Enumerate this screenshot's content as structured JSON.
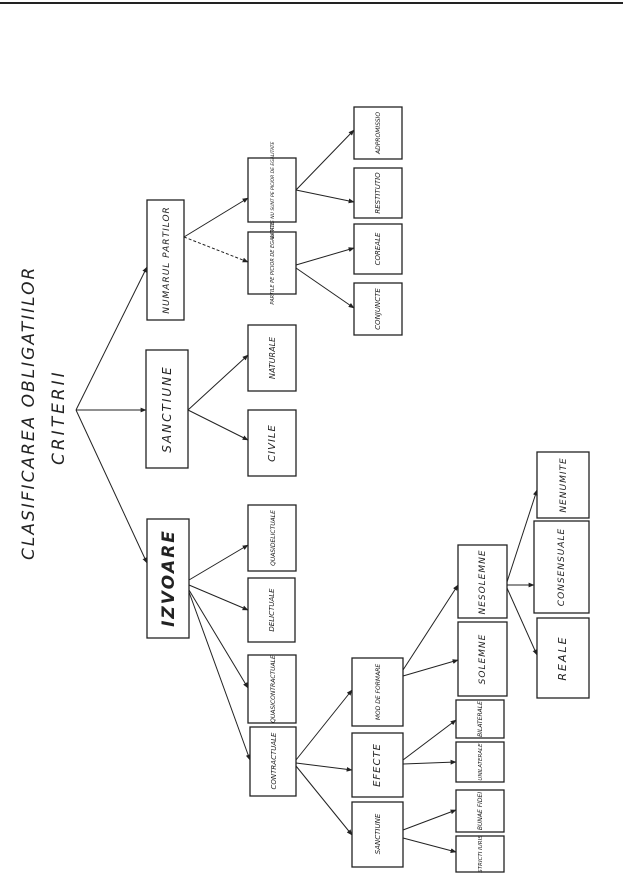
{
  "title": {
    "line1": "CLASIFICAREA OBLIGATIILOR",
    "line2": "CRITERII"
  },
  "nodes": {
    "izvoare": "IZVOARE",
    "sanctiune": "SANCTIUNE",
    "numarul_partilor": "NUMARUL PARTILOR",
    "contractuale": "CONTRACTUALE",
    "quasicontractuale": "QUASICONTRACTUALE",
    "delictuale": "DELICTUALE",
    "quasidelictuale": "QUASIDELICTUALE",
    "civile": "CIVILE",
    "naturale": "NATURALE",
    "parti_egalitate": "PARTILE PE PICIOR DE EGALITATE",
    "parti_neegalitate": "PARTILE NU SUNT PE PICIOR DE EGALITATE",
    "conjuncte": "CONJUNCTE",
    "coreale": "COREALE",
    "restitutio": "RESTITUTIO",
    "adpromissio": "ADPROMISSIO",
    "sanctiune_c": "SANCTIUNE",
    "efecte": "EFECTE",
    "mod_formare": "MOD DE FORMARE",
    "solemne": "SOLEMNE",
    "nesolemne": "NESOLEMNE",
    "reale": "REALE",
    "consensuale": "CONSENSUALE",
    "nenumite": "NENUMITE",
    "bilaterale": "BILATERALE",
    "unilaterale": "UNILATERALE",
    "bunae_fidei": "BUNAE FIDEI",
    "stricti_iuris": "STRICTI IURIS"
  }
}
